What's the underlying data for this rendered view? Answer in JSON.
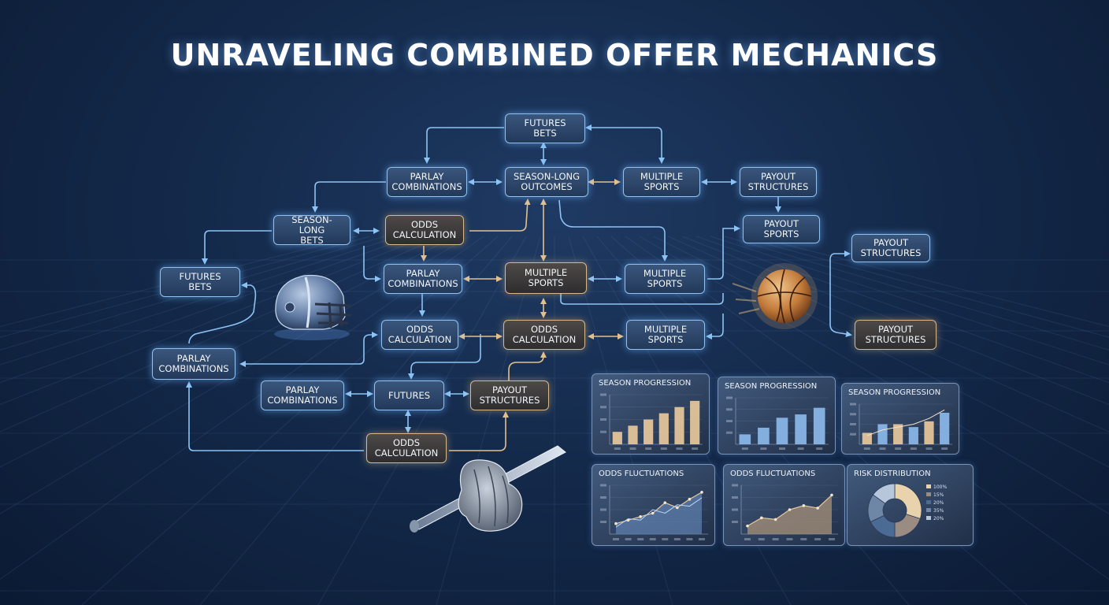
{
  "title": "UNRAVELING COMBINED OFFER MECHANICS",
  "nodes": {
    "futures_bets_top": "FUTURES\nBETS",
    "parlay_1": "PARLAY\nCOMBINATIONS",
    "season_long_outcomes": "SEASON-LONG\nOUTCOMES",
    "multiple_sports_1": "MULTIPLE\nSPORTS",
    "payout_structures_1": "PAYOUT\nSTRUCTURES",
    "season_long_bets": "SEASON-LONG\nBETS",
    "odds_calc_1": "ODDS\nCALCULATION",
    "payout_sports": "PAYOUT\nSPORTS",
    "payout_structures_right_1": "PAYOUT\nSTRUCTURES",
    "futures_bets_left": "FUTURES\nBETS",
    "parlay_2": "PARLAY\nCOMBINATIONS",
    "multiple_sports_center": "MULTIPLE\nSPORTS",
    "multiple_sports_2": "MULTIPLE\nSPORTS",
    "odds_calc_2": "ODDS\nCALCULATION",
    "odds_calc_center": "ODDS\nCALCULATION",
    "multiple_sports_3": "MULTIPLE\nSPORTS",
    "payout_structures_right_2": "PAYOUT\nSTRUCTURES",
    "parlay_left": "PARLAY\nCOMBINATIONS",
    "parlay_3": "PARLAY\nCOMBINATIONS",
    "futures": "FUTURES",
    "payout_structures_2": "PAYOUT\nSTRUCTURES",
    "odds_calc_3": "ODDS\nCALCULATION"
  },
  "colors": {
    "arrow_blue": "#8cc4f5",
    "arrow_tan": "#e3c08e",
    "bar_tan": "#e7c89b",
    "bar_blue": "#8bb8ea",
    "area_blue": "#5d7fae",
    "area_tan": "#a8927a"
  },
  "icons": {
    "football_helmet": "football-helmet-icon",
    "basketball": "basketball-icon",
    "baseball_glove_bat": "baseball-glove-bat-icon"
  },
  "panels": {
    "season_progression_1": {
      "title": "SEASON PROGRESSION",
      "chart_data": {
        "type": "bar",
        "values": [
          2,
          3,
          4,
          5,
          6,
          7
        ],
        "ylim": [
          0,
          8
        ],
        "color": "tan"
      }
    },
    "season_progression_2": {
      "title": "SEASON PROGRESSION",
      "chart_data": {
        "type": "bar",
        "values": [
          1.5,
          2.5,
          4,
          4.5,
          5.5
        ],
        "ylim": [
          0,
          7
        ],
        "color": "blue"
      }
    },
    "season_progression_3": {
      "title": "SEASON PROGRESSION",
      "chart_data": {
        "type": "bar",
        "values": [
          2,
          3.5,
          3.5,
          3,
          4,
          5.5
        ],
        "ylim": [
          0,
          7
        ],
        "color": "mixed",
        "line": [
          1.5,
          2.5,
          3,
          3.5,
          4.5,
          6
        ]
      }
    },
    "odds_fluctuations_1": {
      "title": "ODDS FLUCTUATIONS",
      "chart_data": {
        "type": "area",
        "values": [
          1.5,
          2,
          2.5,
          3,
          4.5,
          3.8,
          5,
          6
        ],
        "ylim": [
          0,
          7
        ],
        "color": "blue",
        "second_line": [
          1,
          2.2,
          2,
          3.5,
          3,
          4.2,
          4,
          5.2
        ]
      }
    },
    "odds_fluctuations_2": {
      "title": "ODDS FLUCTUATIONS",
      "chart_data": {
        "type": "area",
        "values": [
          1,
          2,
          1.8,
          3,
          3.5,
          3.2,
          4.8
        ],
        "ylim": [
          0,
          6
        ],
        "color": "tan"
      }
    },
    "risk_distribution": {
      "title": "RISK DISTRIBUTION",
      "chart_data": {
        "type": "pie",
        "values": [
          30,
          20,
          18,
          17,
          15
        ],
        "colors": [
          "#e9d3ad",
          "#9a8c83",
          "#4b6b95",
          "#6e87a7",
          "#b6c7dc"
        ],
        "legend": [
          "100%",
          "15%",
          "20%",
          "35%",
          "20%"
        ]
      }
    }
  }
}
